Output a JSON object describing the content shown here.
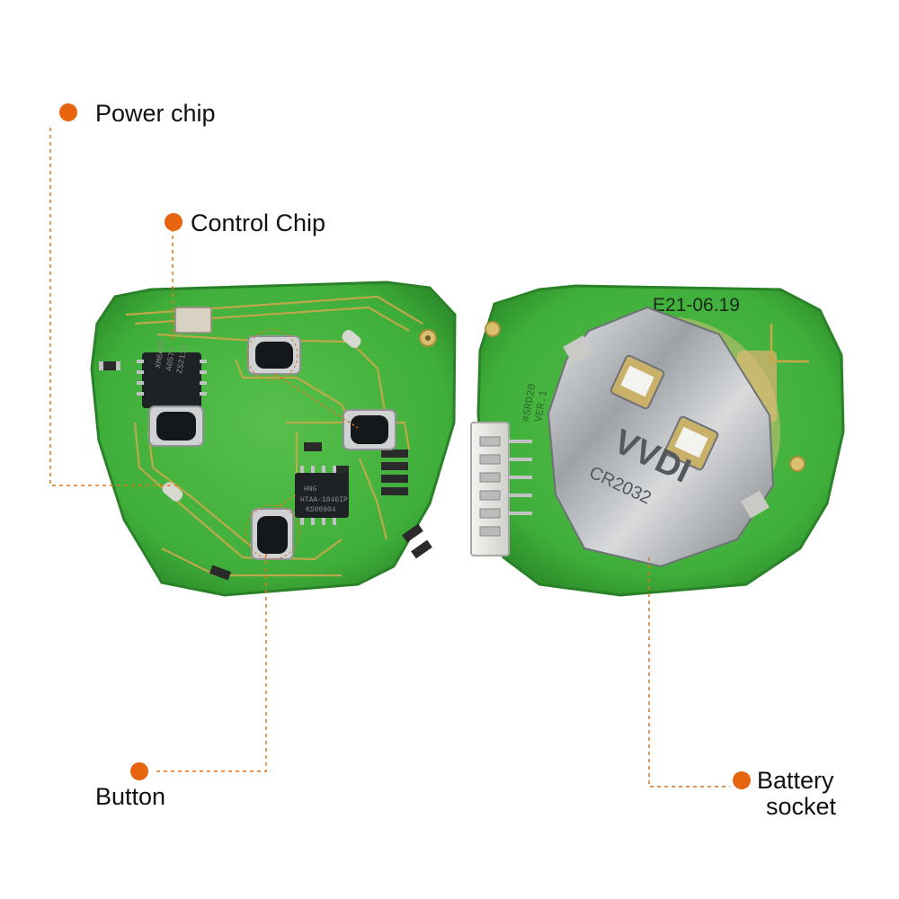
{
  "colors": {
    "accent": "#e8650f",
    "pcb": "#3fae3a",
    "pcb_edge": "#2f8d2c",
    "trace": "#c9a94a",
    "metal": "#b9bcc0"
  },
  "left_board": {
    "power_chip_text": [
      "XM660T",
      "A0577",
      "ZS2111"
    ],
    "control_chip_text": [
      "HNG",
      "HTAA-1046IP",
      "KS00904"
    ]
  },
  "right_board": {
    "date_code": "E21-06.19",
    "model_text": "#SRD20",
    "version_text": "VER.1",
    "socket_text": "VVDI",
    "socket_subtext": "CR2032"
  },
  "callouts": {
    "power_chip": "Power chip",
    "control_chip": "Control Chip",
    "button": "Button",
    "battery_line1": "Battery",
    "battery_line2": "socket"
  }
}
